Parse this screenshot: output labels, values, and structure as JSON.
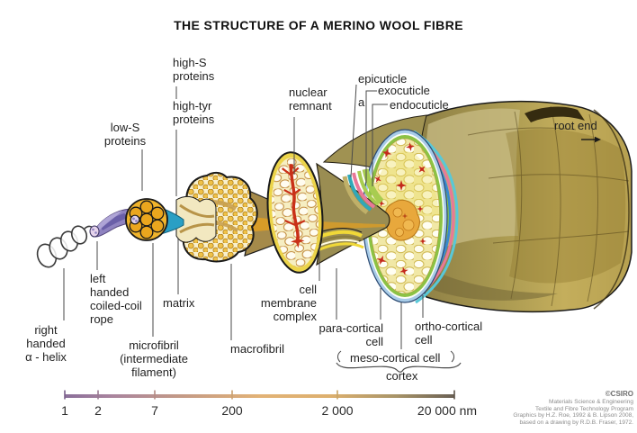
{
  "title": "THE STRUCTURE OF A MERINO WOOL FIBRE",
  "labels": {
    "high_s_proteins": "high-S\nproteins",
    "low_s_proteins": "low-S\nproteins",
    "high_tyr_proteins": "high-tyr\nproteins",
    "nuclear_remnant": "nuclear\nremnant",
    "epicuticle": "epicuticle",
    "exocuticle": "exocuticle",
    "a_layer": "a",
    "endocuticle": "endocuticle",
    "root_end": "root end",
    "right_handed_alpha_helix": "right\nhanded\nα - helix",
    "left_handed_coiled_coil_rope": "left\nhanded\ncoiled-coil\nrope",
    "matrix": "matrix",
    "microfibril": "microfibril\n(intermediate\nfilament)",
    "macrofibril": "macrofibril",
    "cell_membrane_complex": "cell\nmembrane\ncomplex",
    "para_cortical_cell": "para-cortical\ncell",
    "ortho_cortical_cell": "ortho-cortical\ncell",
    "meso_cortical_cell": "meso-cortical cell",
    "cortex": "cortex"
  },
  "scale_bar": {
    "tick_labels": [
      "1",
      "2",
      "7",
      "200",
      "2 000",
      "20 000 nm"
    ],
    "unit": "nm",
    "gradient_colors": [
      "#8a6f9a",
      "#c49a86",
      "#e2b276",
      "#6a6054"
    ]
  },
  "credits": {
    "copyright": "©CSIRO",
    "org": "Materials Science & Engineering",
    "program": "Textile and Fibre Technology Program",
    "graphics": "Graphics by H.Z. Roe, 1992 & B. Lipson 2008,",
    "based_on": "based on a drawing by R.D.B. Fraser, 1972."
  },
  "colors": {
    "helix_stroke": "#3a3a3a",
    "rope_purple": "#8f83c0",
    "microfibril_gold": "#f0b42c",
    "matrix_teal": "#2a9fc4",
    "macrofibril_cream": "#f8efcb",
    "cone_brown": "#a58a4a",
    "cell_yellow": "#ecd44a",
    "nuclear_red": "#c4281c",
    "cortex_green": "#8cc244",
    "cuticle_blue": "#a8cce8",
    "cuticle_pink": "#e87898",
    "fibre_khaki": "#a89850"
  }
}
